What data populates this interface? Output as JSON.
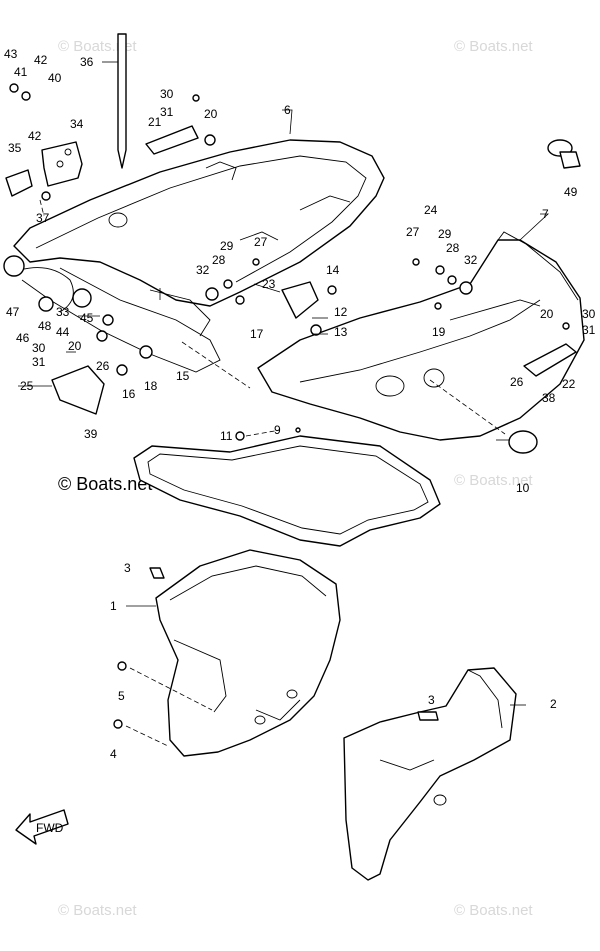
{
  "watermarks": {
    "main": "© Boats.net",
    "faint": "© Boats.net"
  },
  "fwd_label": "FWD",
  "callouts": [
    "43",
    "42",
    "41",
    "40",
    "36",
    "30",
    "31",
    "21",
    "20",
    "6",
    "34",
    "35",
    "42",
    "37",
    "49",
    "7",
    "24",
    "27",
    "29",
    "28",
    "32",
    "30",
    "31",
    "20",
    "26",
    "22",
    "38",
    "29",
    "27",
    "28",
    "32",
    "23",
    "14",
    "12",
    "13",
    "19",
    "17",
    "15",
    "18",
    "16",
    "47",
    "46",
    "48",
    "44",
    "45",
    "33",
    "30",
    "31",
    "20",
    "26",
    "25",
    "39",
    "11",
    "9",
    "10",
    "3",
    "1",
    "5",
    "4",
    "3",
    "2"
  ]
}
